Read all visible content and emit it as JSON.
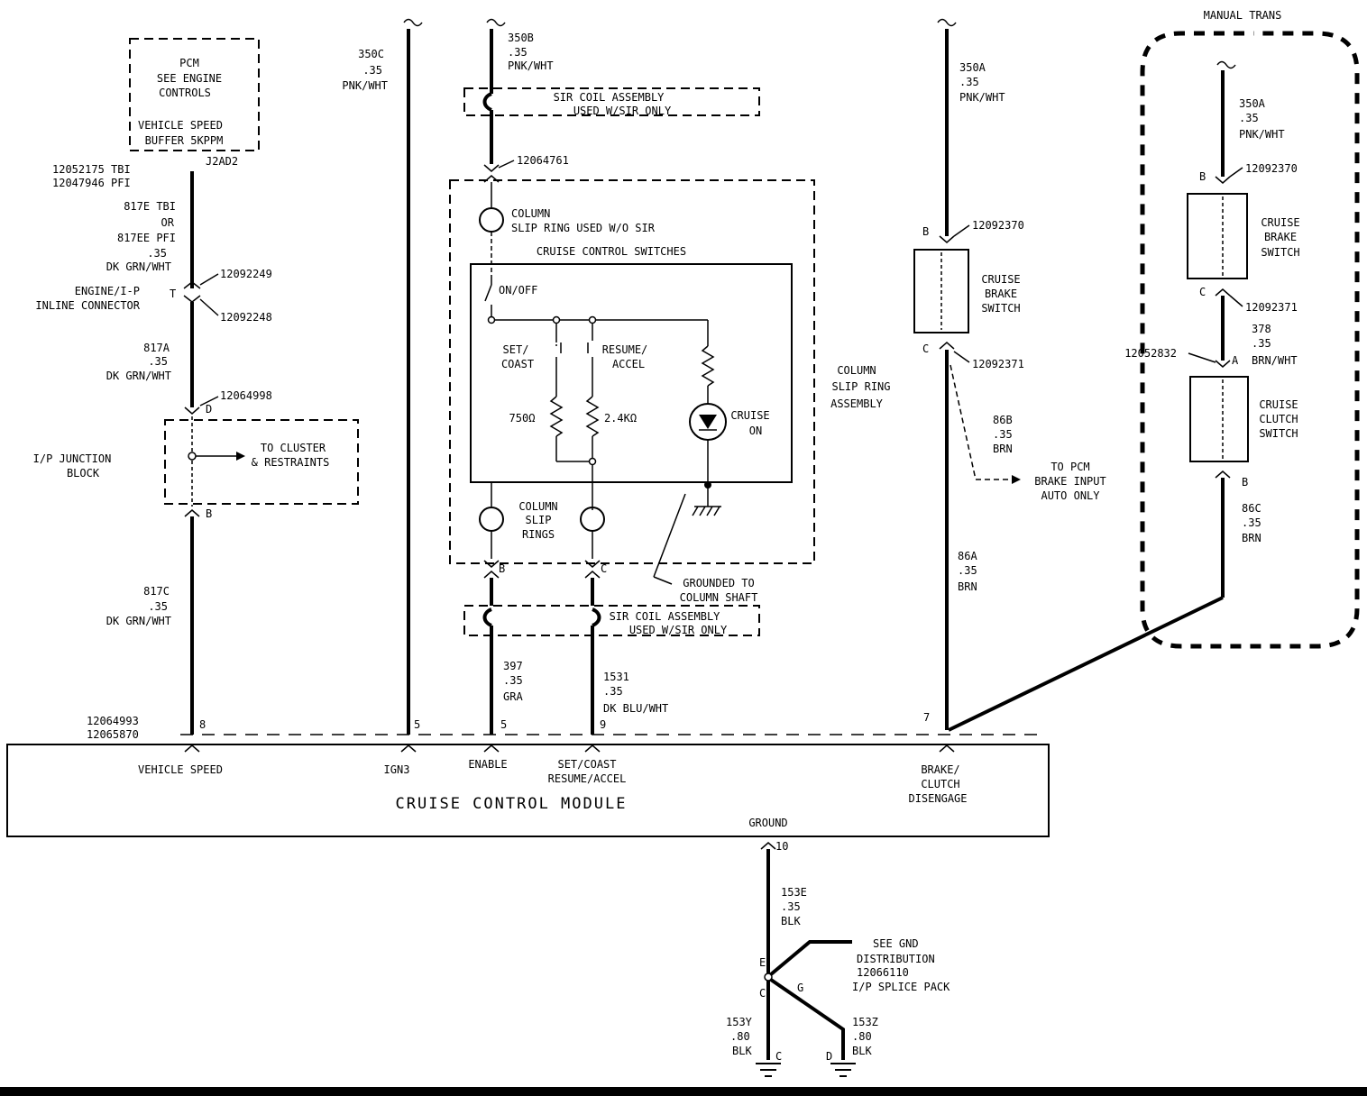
{
  "pcm_box": {
    "title": "PCM",
    "line1": "SEE ENGINE",
    "line2": "CONTROLS",
    "line3": "VEHICLE SPEED",
    "line4": "BUFFER 5KPPM"
  },
  "pcm_connector": {
    "tbi": "12052175 TBI",
    "pfi": "12047946 PFI",
    "pin": "J2AD2"
  },
  "wire_817E": {
    "l1": "817E TBI",
    "l2": "OR",
    "l3": "817EE PFI",
    "gauge": ".35",
    "color": "DK GRN/WHT"
  },
  "inline_connector": {
    "upper": "12092249",
    "lower": "12092248",
    "pin": "T",
    "label1": "ENGINE/I-P",
    "label2": "INLINE CONNECTOR"
  },
  "wire_817A": {
    "id": "817A",
    "gauge": ".35",
    "color": "DK GRN/WHT"
  },
  "junction": {
    "connector": "12064998",
    "pin_top": "D",
    "pin_bottom": "B",
    "label1": "I/P JUNCTION",
    "label2": "BLOCK",
    "to1": "TO CLUSTER",
    "to2": "& RESTRAINTS"
  },
  "wire_817C": {
    "id": "817C",
    "gauge": ".35",
    "color": "DK GRN/WHT"
  },
  "module_connector": {
    "c1": "12064993",
    "c2": "12065870"
  },
  "wire_350C": {
    "id": "350C",
    "gauge": ".35",
    "color": "PNK/WHT"
  },
  "wire_350B": {
    "id": "350B",
    "gauge": ".35",
    "color": "PNK/WHT"
  },
  "sir_top": {
    "l1": "SIR COIL ASSEMBLY",
    "l2": "USED W/SIR ONLY"
  },
  "column_connector": "12064761",
  "column_slip": {
    "l1": "COLUMN",
    "l2": "SLIP RING USED W/O SIR"
  },
  "switches": {
    "title": "CRUISE CONTROL SWITCHES",
    "onoff": "ON/OFF",
    "set1": "SET/",
    "set2": "COAST",
    "res1": "RESUME/",
    "res2": "ACCEL",
    "r1": "750Ω",
    "r2": "2.4KΩ",
    "lamp1": "CRUISE",
    "lamp2": "ON"
  },
  "column_assembly": {
    "l1": "COLUMN",
    "l2": "SLIP RING",
    "l3": "ASSEMBLY"
  },
  "slip_rings": {
    "l1": "COLUMN",
    "l2": "SLIP",
    "l3": "RINGS",
    "pin_b": "B",
    "pin_c": "C"
  },
  "grounded": {
    "l1": "GROUNDED TO",
    "l2": "COLUMN SHAFT"
  },
  "sir_bottom": {
    "l1": "SIR COIL ASSEMBLY",
    "l2": "USED W/SIR ONLY"
  },
  "wire_397": {
    "id": "397",
    "gauge": ".35",
    "color": "GRA"
  },
  "wire_1531": {
    "id": "1531",
    "gauge": ".35",
    "color": "DK BLU/WHT"
  },
  "module": {
    "title": "CRUISE CONTROL MODULE",
    "vehicle_speed": "VEHICLE SPEED",
    "ign3": "IGN3",
    "enable": "ENABLE",
    "set1": "SET/COAST",
    "set2": "RESUME/ACCEL",
    "brake1": "BRAKE/",
    "brake2": "CLUTCH",
    "brake3": "DISENGAGE",
    "ground": "GROUND",
    "pin_vs": "8",
    "pin_ign": "5",
    "pin_en": "5",
    "pin_set": "9",
    "pin_brake": "7",
    "pin_gnd": "10"
  },
  "wire_350A": {
    "id": "350A",
    "gauge": ".35",
    "color": "PNK/WHT"
  },
  "brake_switch": {
    "c_top": "12092370",
    "c_bot": "12092371",
    "pin_b": "B",
    "pin_c": "C",
    "l1": "CRUISE",
    "l2": "BRAKE",
    "l3": "SWITCH"
  },
  "wire_86B": {
    "id": "86B",
    "gauge": ".35",
    "color": "BRN"
  },
  "to_pcm": {
    "l1": "TO PCM",
    "l2": "BRAKE INPUT",
    "l3": "AUTO ONLY"
  },
  "wire_86A": {
    "id": "86A",
    "gauge": ".35",
    "color": "BRN"
  },
  "manual": {
    "title": "MANUAL TRANS",
    "w350A_id": "350A",
    "w350A_gauge": ".35",
    "w350A_color": "PNK/WHT",
    "c_top": "12092370",
    "c_mid": "12092371",
    "pin_b": "B",
    "pin_c": "C",
    "brake1": "CRUISE",
    "brake2": "BRAKE",
    "brake3": "SWITCH",
    "w378_id": "378",
    "w378_gauge": ".35",
    "w378_color": "BRN/WHT",
    "clutch_conn": "12052832",
    "pin_a": "A",
    "clutch1": "CRUISE",
    "clutch2": "CLUTCH",
    "clutch3": "SWITCH",
    "pin_b2": "B",
    "w86C_id": "86C",
    "w86C_gauge": ".35",
    "w86C_color": "BRN"
  },
  "ground_wire": {
    "id": "153E",
    "gauge": ".35",
    "color": "BLK"
  },
  "splice": {
    "pin_e": "E",
    "pin_c": "C",
    "pin_g": "G",
    "l1": "SEE GND",
    "l2": "DISTRIBUTION",
    "l3": "12066110",
    "l4": "I/P SPLICE PACK"
  },
  "wire_153Y": {
    "id": "153Y",
    "gauge": ".80",
    "color": "BLK",
    "pin": "C"
  },
  "wire_153Z": {
    "id": "153Z",
    "gauge": ".80",
    "color": "BLK",
    "pin": "D"
  }
}
